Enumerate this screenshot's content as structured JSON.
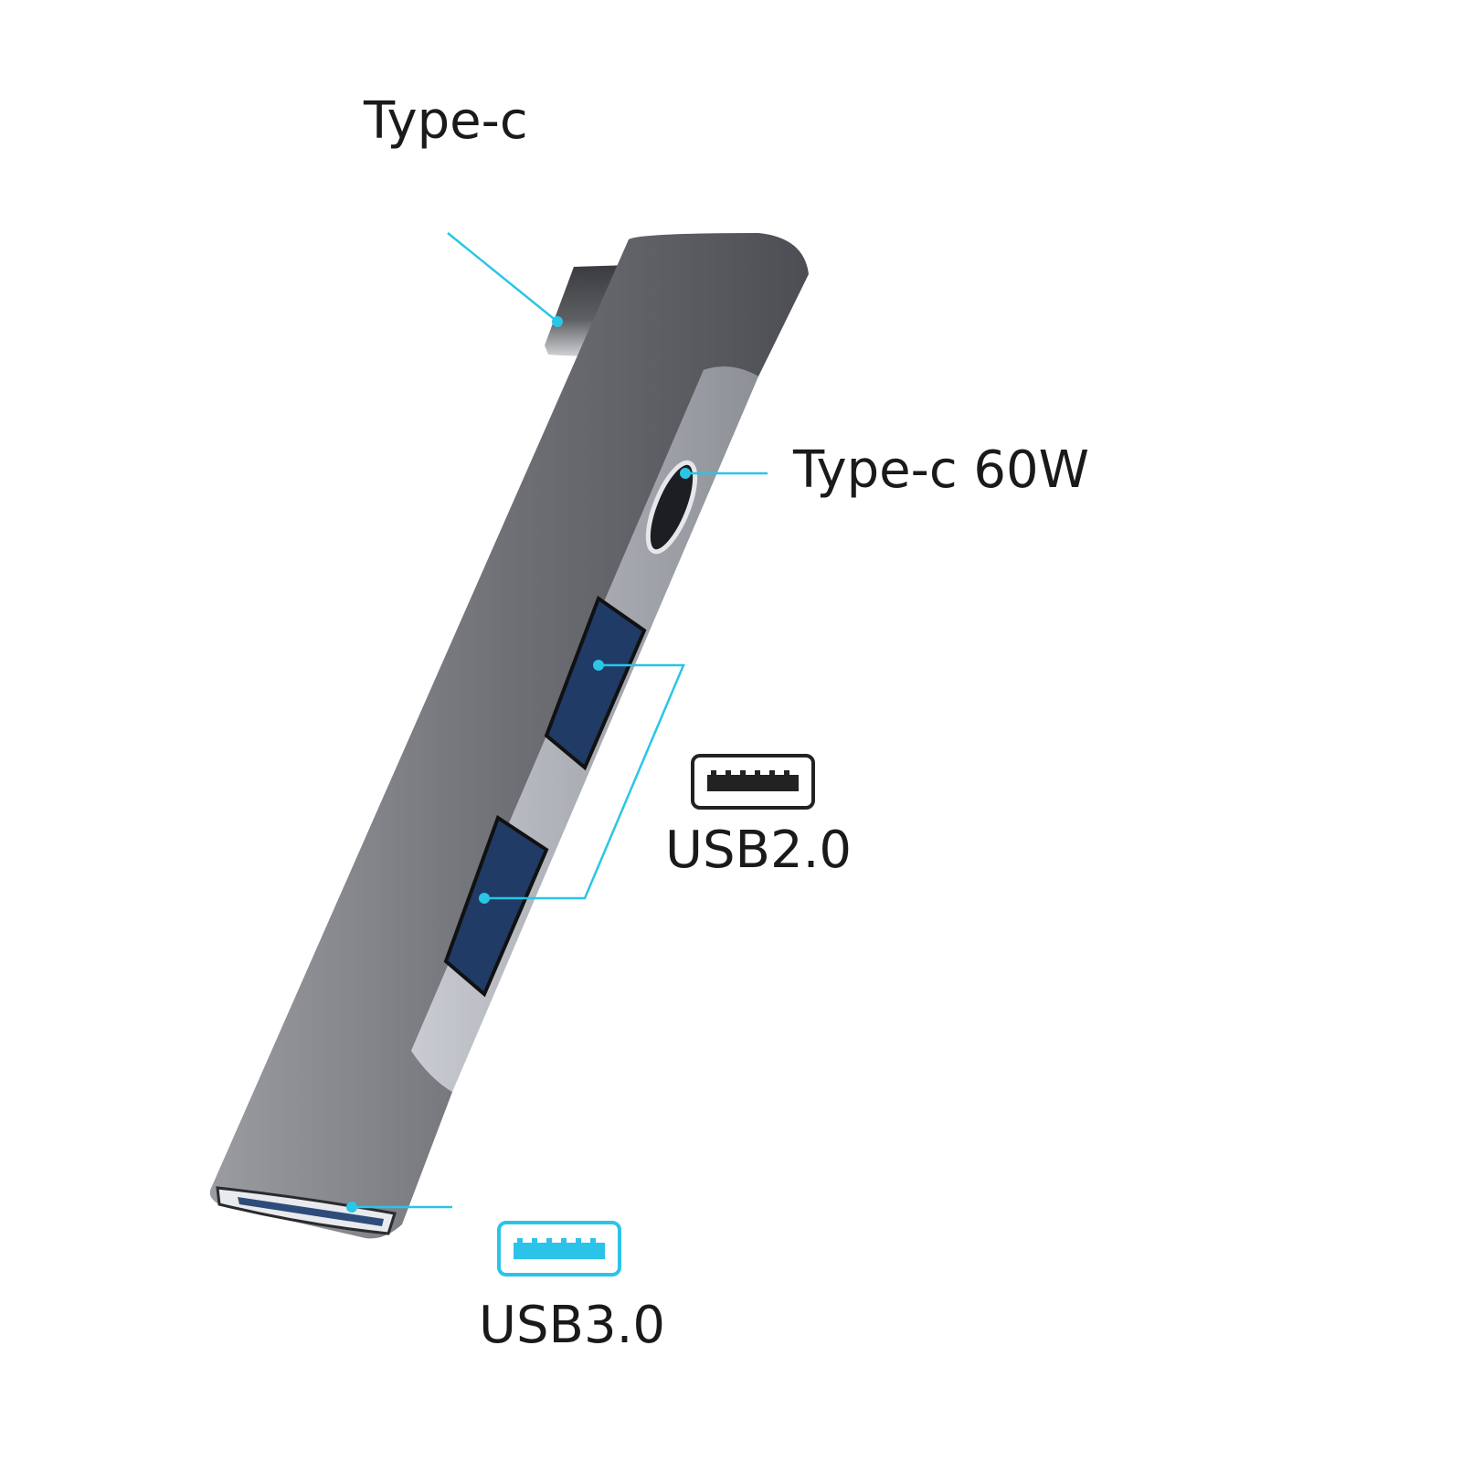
{
  "labels": {
    "type_c_input": "Type-c",
    "type_c_pd": "Type-c 60W",
    "usb2": "USB2.0",
    "usb3": "USB3.0"
  },
  "colors": {
    "callout_line": "#29c6e6",
    "usb3_icon": "#2bc4e8",
    "usb2_icon": "#222222",
    "hub_body": "#6b6d72",
    "port_blue": "#1f3b66"
  }
}
